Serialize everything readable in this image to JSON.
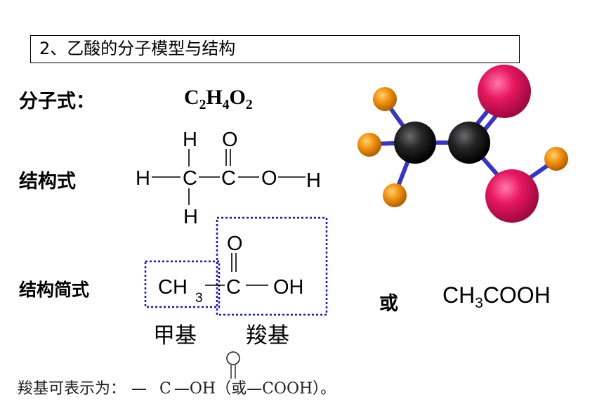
{
  "title": "2、乙酸的分子模型与结构",
  "molecular": {
    "label": "分子式：",
    "formula_parts": [
      "C",
      "2",
      "H",
      "4",
      "O",
      "2"
    ]
  },
  "structural": {
    "label": "结构式",
    "atoms": {
      "h_left": "H",
      "h_top": "H",
      "o_top": "O",
      "c1": "C",
      "c2": "C",
      "o_right": "O",
      "h_right": "H",
      "h_bottom": "H"
    }
  },
  "simplified": {
    "label": "结构简式",
    "ch3_main": "CH",
    "ch3_sub": "3",
    "c": "C",
    "o_top": "O",
    "oh": "OH",
    "group_methyl": "甲基",
    "group_carboxyl": "羧基",
    "or_word": "或",
    "alt_main_1": "CH",
    "alt_sub": "3",
    "alt_main_2": "COOH"
  },
  "note": {
    "prefix": "羧基可表示为：",
    "dash1": "—",
    "c": "C",
    "rest": "—OH（或—COOH）。",
    "o_top": "O"
  },
  "model_colors": {
    "carbon": "#1e1e1e",
    "hydrogen": "#f0900a",
    "oxygen": "#e8185f",
    "bond": "#3535c8",
    "dotted_box": "#1515cc"
  }
}
